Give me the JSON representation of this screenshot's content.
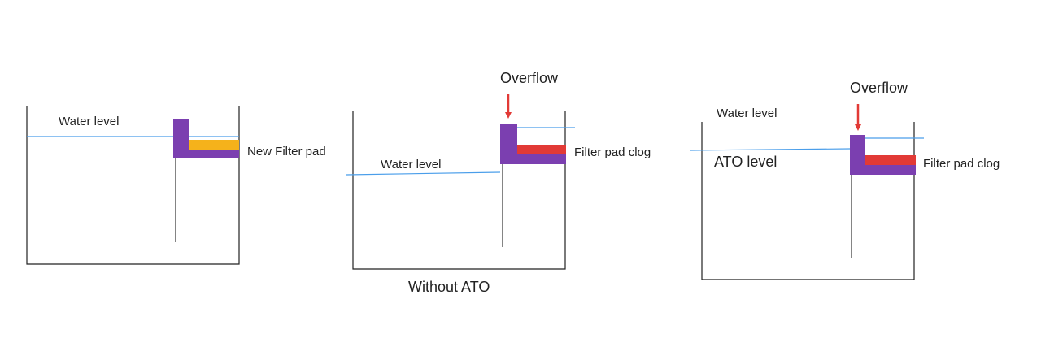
{
  "colors": {
    "tank": "#222222",
    "water_line": "#4a9eea",
    "overflow_box": "#7b3fb0",
    "new_filter_pad": "#f5b21b",
    "clogged_filter_pad": "#e23a36",
    "arrow": "#e23a36",
    "background": "#ffffff"
  },
  "panels": [
    {
      "water_level_label": "Water level",
      "filter_pad_label": "New Filter pad",
      "filter_pad_state": "new"
    },
    {
      "overflow_label": "Overflow",
      "water_level_label": "Water level",
      "filter_pad_label": "Filter pad clog",
      "filter_pad_state": "clogged",
      "caption": "Without ATO"
    },
    {
      "overflow_label": "Overflow",
      "water_level_label": "Water level",
      "ato_level_label": "ATO level",
      "filter_pad_label": "Filter pad clog",
      "filter_pad_state": "clogged"
    }
  ]
}
